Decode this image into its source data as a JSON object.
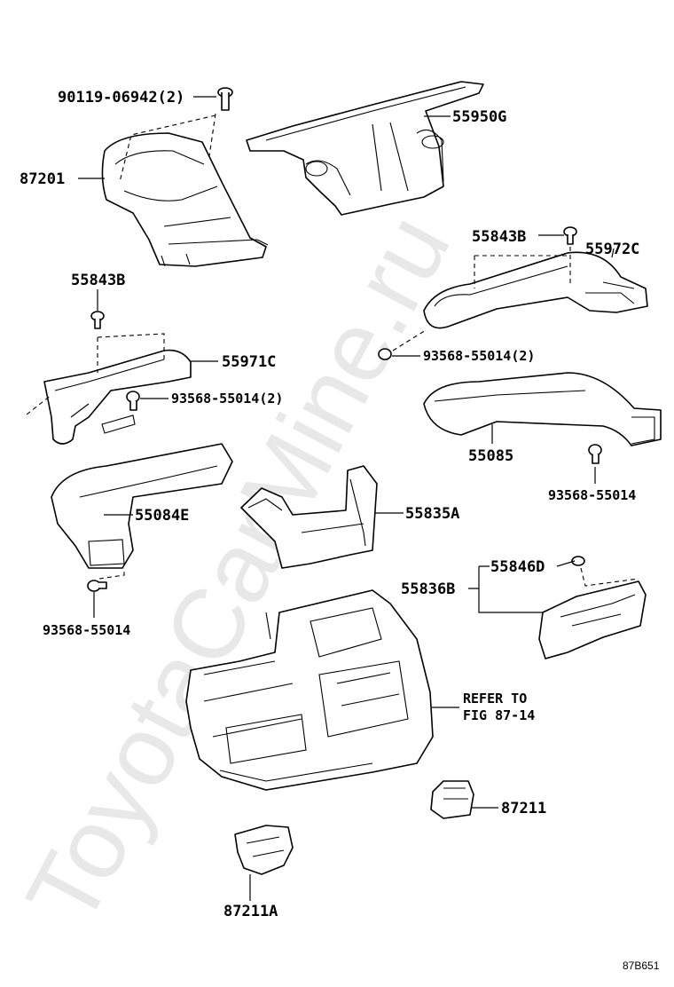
{
  "watermark": "ToyotaCarMine.ru",
  "figure_code": "87B651",
  "labels": {
    "l90119": "90119-06942(2)",
    "l87201": "87201",
    "l55950G": "55950G",
    "l55843B_right": "55843B",
    "l55972C": "55972C",
    "l55843B_left": "55843B",
    "l55971C": "55971C",
    "l93568_left2": "93568-55014(2)",
    "l93568_right2": "93568-55014(2)",
    "l55085": "55085",
    "l93568_right": "93568-55014",
    "l55084E": "55084E",
    "l55835A": "55835A",
    "l93568_left": "93568-55014",
    "l55846D": "55846D",
    "l55836B": "55836B",
    "refer_line1": "REFER TO",
    "refer_line2": "FIG 87-14",
    "l87211": "87211",
    "l87211A": "87211A"
  }
}
